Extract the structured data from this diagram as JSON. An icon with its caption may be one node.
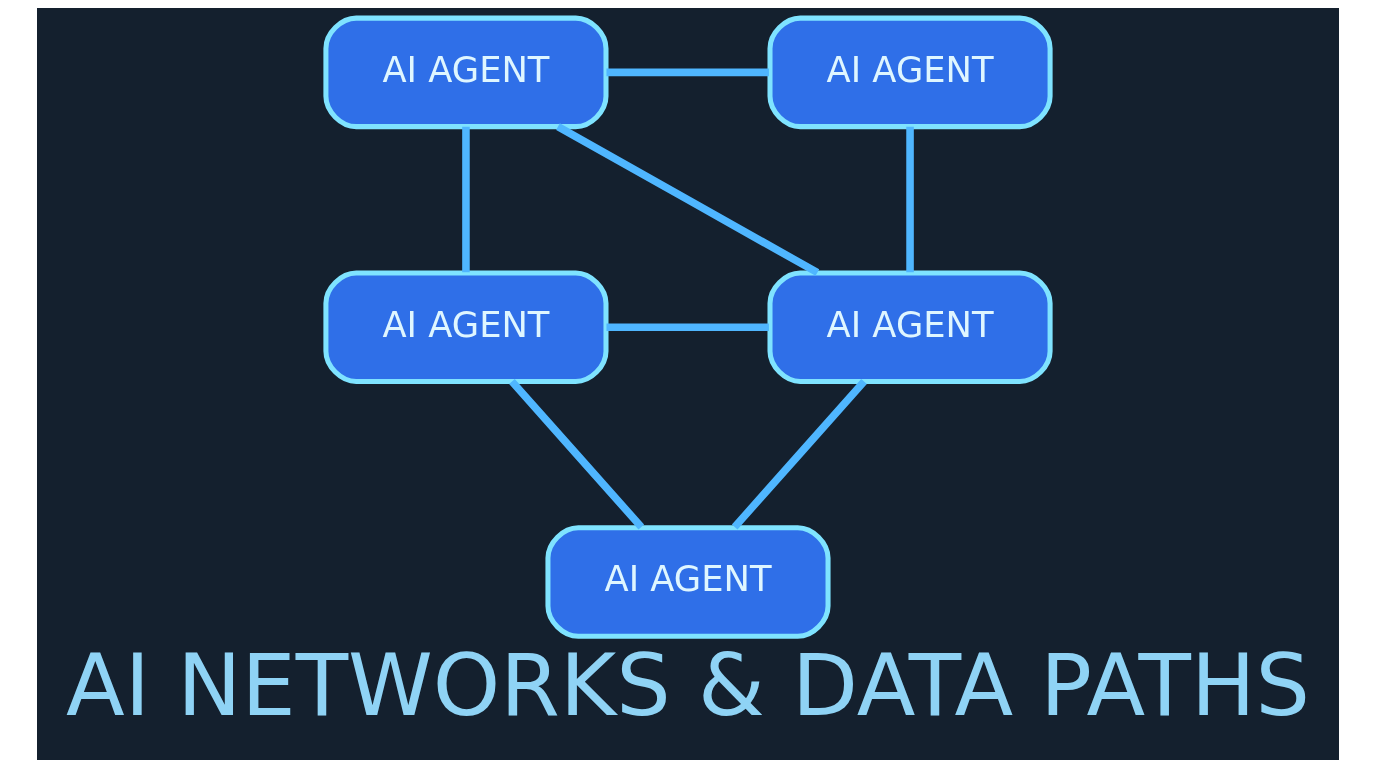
{
  "diagram": {
    "title": "AI NETWORKS & DATA PATHS",
    "nodes": [
      {
        "text": [
          "AI AGENT"
        ]
      },
      {
        "text": [
          "AI AGENT"
        ]
      },
      {
        "text": [
          "AI AGENT"
        ]
      },
      {
        "text": [
          "AI AGENT"
        ]
      },
      {
        "text": [
          "AI AGENT"
        ]
      }
    ],
    "edges": [
      {
        "from": 0,
        "to": 1,
        "arrow": "none"
      },
      {
        "from": 0,
        "to": 2,
        "arrow": "none"
      },
      {
        "from": 0,
        "to": 3,
        "arrow": "none"
      },
      {
        "from": 1,
        "to": 3,
        "arrow": "none"
      },
      {
        "from": 2,
        "to": 3,
        "arrow": "none"
      },
      {
        "from": 2,
        "to": 4,
        "arrow": "none"
      },
      {
        "from": 4,
        "to": 3,
        "arrow": "none"
      }
    ]
  }
}
